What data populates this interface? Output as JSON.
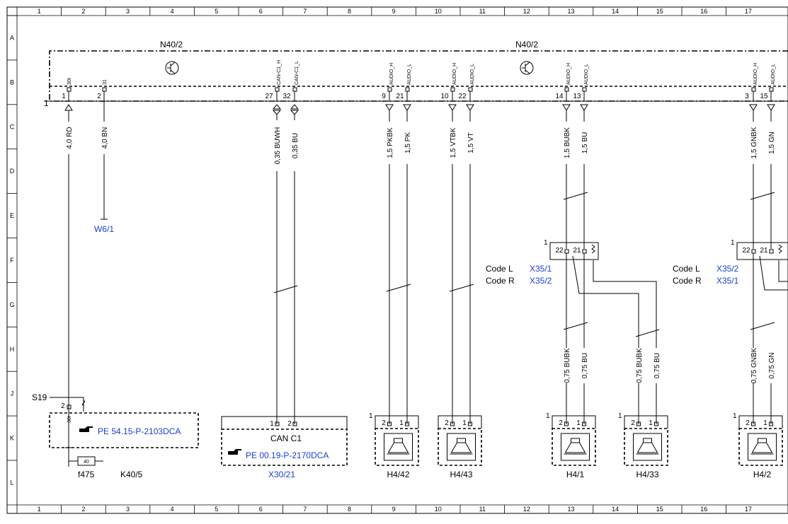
{
  "ruler": {
    "columns": [
      "1",
      "2",
      "3",
      "4",
      "5",
      "6",
      "7",
      "8",
      "9",
      "10",
      "11",
      "12",
      "13",
      "14",
      "15",
      "16",
      "17"
    ],
    "rows": [
      "A",
      "B",
      "C",
      "D",
      "E",
      "F",
      "G",
      "H",
      "J",
      "K",
      "L"
    ]
  },
  "modules": {
    "left_title": "N40/2",
    "right_title": "N40/2",
    "ground_marker": "1"
  },
  "pins": {
    "p30t": {
      "sig": "30t",
      "num": "1"
    },
    "p31": {
      "sig": "31",
      "num": "2"
    },
    "can_h": {
      "sig": "CAN-C1_H",
      "num": "27"
    },
    "can_l": {
      "sig": "CAN-C1_L",
      "num": "32"
    },
    "a9": {
      "sig": "AUDIO_H",
      "num": "9"
    },
    "a21": {
      "sig": "AUDIO_L",
      "num": "21"
    },
    "a10": {
      "sig": "AUDIO_H",
      "num": "10"
    },
    "a22": {
      "sig": "AUDIO_L",
      "num": "22"
    },
    "a14": {
      "sig": "AUDIO_H",
      "num": "14"
    },
    "a13": {
      "sig": "AUDIO_L",
      "num": "13"
    },
    "a3": {
      "sig": "AUDIO_H",
      "num": "3"
    },
    "a15": {
      "sig": "AUDIO_L",
      "num": "15"
    }
  },
  "wires": {
    "rd": "4,0 RD",
    "bn": "4,0 BN",
    "buwh": "0,35 BUWH",
    "bu035": "0,35 BU",
    "pkbk": "1,5 PKBK",
    "pk": "1,5 PK",
    "vtbk": "1,5 VTBK",
    "vt": "1,5 VT",
    "bubk15": "1,5 BUBK",
    "bu15": "1,5 BU",
    "gnbk15": "1,5 GNBK",
    "gn15": "1,5 GN",
    "bubk075a": "0,75 BUBK",
    "bu075a": "0,75 BU",
    "bubk075b": "0,75 BUBK",
    "bu075b": "0,75 BU",
    "gnbk075": "0,75 GNBK",
    "gn075": "0,75 GN"
  },
  "components": {
    "w6": "W6/1",
    "s19": "S19",
    "s19_pin": "2",
    "s19_30t": "30t",
    "pe_54": "PE 54.15-P-2103DCA",
    "fuse_value": "40",
    "f475": "f475",
    "k40": "K40/5",
    "can_c1": "CAN C1",
    "can_pin1": "1",
    "can_pin2": "2",
    "pe_00": "PE 00.19-P-2170DCA",
    "x30": "X30/21",
    "code_l": "Code L",
    "code_r": "Code R",
    "x35_1a": "X35/1",
    "x35_2a": "X35/2",
    "x35_2b": "X35/2",
    "x35_1b": "X35/1",
    "conn_marker": "1",
    "conn_pin22": "22",
    "conn_pin21": "21"
  },
  "speakers": [
    {
      "label": "H4/42",
      "pin_a": "2",
      "pin_b": "1",
      "marker": "1"
    },
    {
      "label": "H4/43",
      "pin_a": "2",
      "pin_b": "1",
      "marker": ""
    },
    {
      "label": "H4/1",
      "pin_a": "2",
      "pin_b": "1",
      "marker": "1"
    },
    {
      "label": "H4/33",
      "pin_a": "2",
      "pin_b": "1",
      "marker": "1"
    },
    {
      "label": "H4/2",
      "pin_a": "2",
      "pin_b": "1",
      "marker": "1"
    }
  ]
}
